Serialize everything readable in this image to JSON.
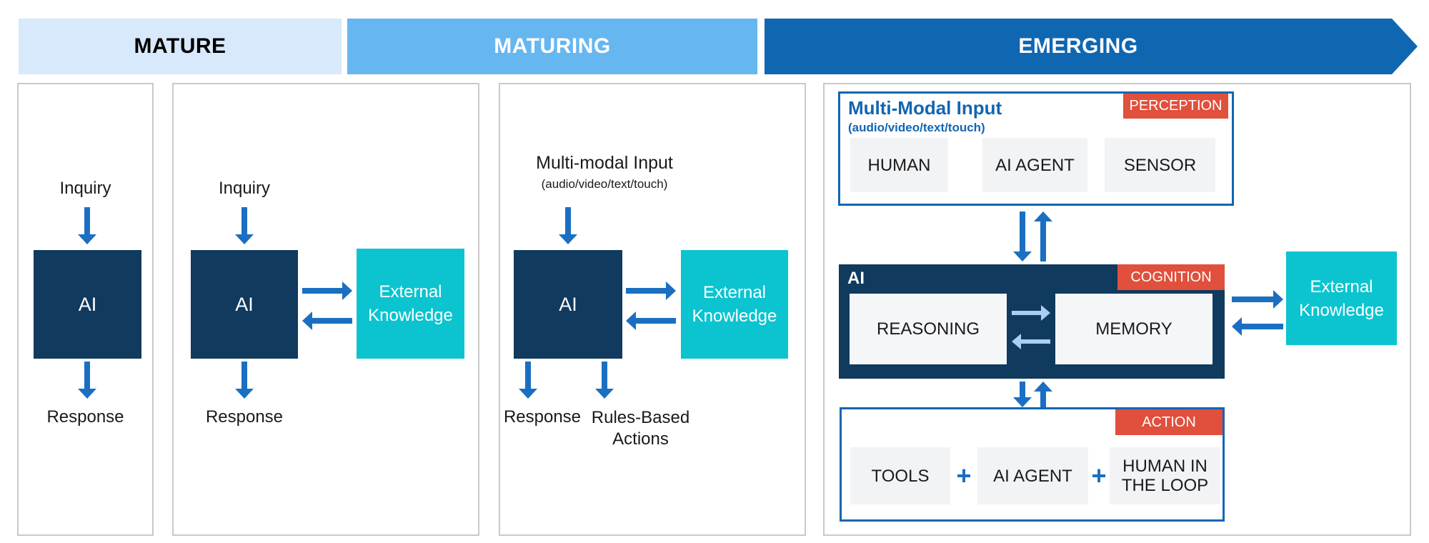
{
  "stages": [
    {
      "label": "MATURE"
    },
    {
      "label": "MATURING"
    },
    {
      "label": "EMERGING"
    }
  ],
  "panel_mature": {
    "input": "Inquiry",
    "ai": "AI",
    "output": "Response"
  },
  "panel_maturing": {
    "input": "Inquiry",
    "ai": "AI",
    "external": "External Knowledge",
    "output": "Response"
  },
  "panel_maturing2": {
    "input_title": "Multi-modal Input",
    "input_subtitle": "(audio/video/text/touch)",
    "ai": "AI",
    "external": "External Knowledge",
    "output1": "Response",
    "output2": "Rules-Based Actions"
  },
  "panel_emerging": {
    "perception": {
      "title": "Multi-Modal Input",
      "subtitle": "(audio/video/text/touch)",
      "badge": "PERCEPTION",
      "items": [
        "HUMAN",
        "AI AGENT",
        "SENSOR"
      ]
    },
    "cognition": {
      "label": "AI",
      "badge": "COGNITION",
      "reasoning": "REASONING",
      "memory": "MEMORY"
    },
    "external": "External Knowledge",
    "action": {
      "badge": "ACTION",
      "items": [
        "TOOLS",
        "AI AGENT",
        "HUMAN IN THE LOOP"
      ],
      "plus": "+"
    }
  },
  "colors": {
    "band_mature_bg": "#D7E9FB",
    "band_maturing_bg": "#66B6F0",
    "band_emerging_bg": "#0F67B2",
    "navy": "#103A5E",
    "teal": "#0BC4D0",
    "red_badge": "#E0503C",
    "arrow_blue": "#1B6FC2",
    "arrow_light": "#A9CEF2",
    "box_gray": "#F2F3F5",
    "panel_border": "#C9C9C9",
    "blue_border": "#1166B1",
    "title_blue": "#1166B1"
  }
}
